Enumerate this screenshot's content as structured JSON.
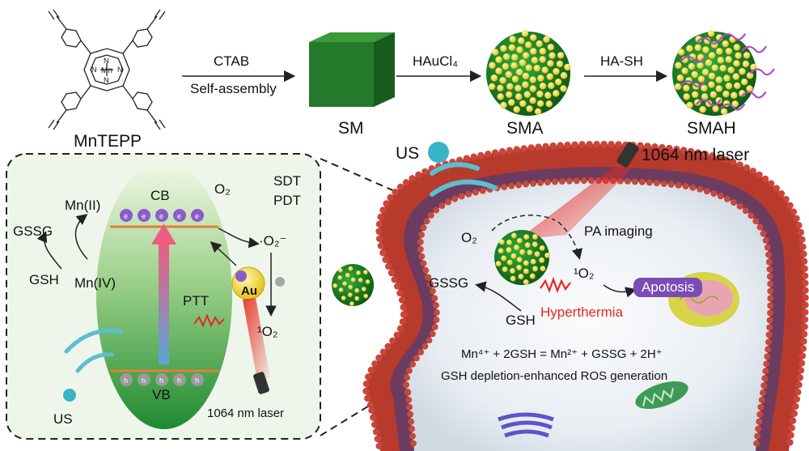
{
  "top": {
    "compound": "MnTEPP",
    "step1_top": "CTAB",
    "step1_bottom": "Self-assembly",
    "product1": "SM",
    "step2": "HAuCl₄",
    "product2": "SMA",
    "step3": "HA-SH",
    "product3": "SMAH"
  },
  "porphyrin": {
    "center": "Mn",
    "n_labels": [
      "N",
      "N",
      "N",
      "N"
    ]
  },
  "panel": {
    "cb": "CB",
    "vb": "VB",
    "o2": "O₂",
    "sdt": "SDT",
    "pdt": "PDT",
    "superoxide": "·O₂⁻",
    "singlet": "¹O₂",
    "mn2": "Mn(II)",
    "mn4": "Mn(IV)",
    "gssg": "GSSG",
    "gsh": "GSH",
    "au": "Au",
    "ptt": "PTT",
    "us": "US",
    "laser": "1064 nm laser",
    "electron": "e",
    "hole": "h"
  },
  "cell": {
    "us": "US",
    "laser": "1064 nm laser",
    "pa": "PA imaging",
    "o2": "O₂",
    "singlet": "¹O₂",
    "gssg": "GSSG",
    "gsh": "GSH",
    "hyper": "Hyperthermia",
    "apoptosis": "Apotosis",
    "equation": "Mn⁴⁺ + 2GSH = Mn²⁺ + GSSG + 2H⁺",
    "caption": "GSH depletion-enhanced ROS generation"
  }
}
